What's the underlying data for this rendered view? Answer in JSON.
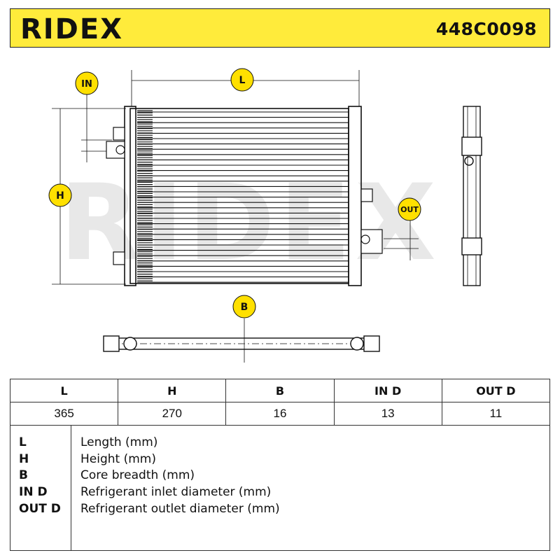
{
  "header": {
    "brand": "RIDEX",
    "part_number": "448C0098"
  },
  "drawing": {
    "watermark": "RIDEX",
    "labels": {
      "in": "IN",
      "l": "L",
      "h": "H",
      "out": "OUT",
      "b": "B"
    }
  },
  "dimensions_table": {
    "headers": [
      "L",
      "H",
      "B",
      "IN D",
      "OUT D"
    ],
    "values": [
      "365",
      "270",
      "16",
      "13",
      "11"
    ]
  },
  "legend": [
    {
      "key": "L",
      "description": "Length (mm)"
    },
    {
      "key": "H",
      "description": "Height (mm)"
    },
    {
      "key": "B",
      "description": "Core breadth (mm)"
    },
    {
      "key": "IN D",
      "description": "Refrigerant inlet diameter (mm)"
    },
    {
      "key": "OUT D",
      "description": "Refrigerant outlet diameter (mm)"
    }
  ],
  "colors": {
    "accent_yellow": "#FFEB3B",
    "badge_yellow": "#FFE000",
    "line": "#111111",
    "watermark": "#E6E6E6"
  }
}
